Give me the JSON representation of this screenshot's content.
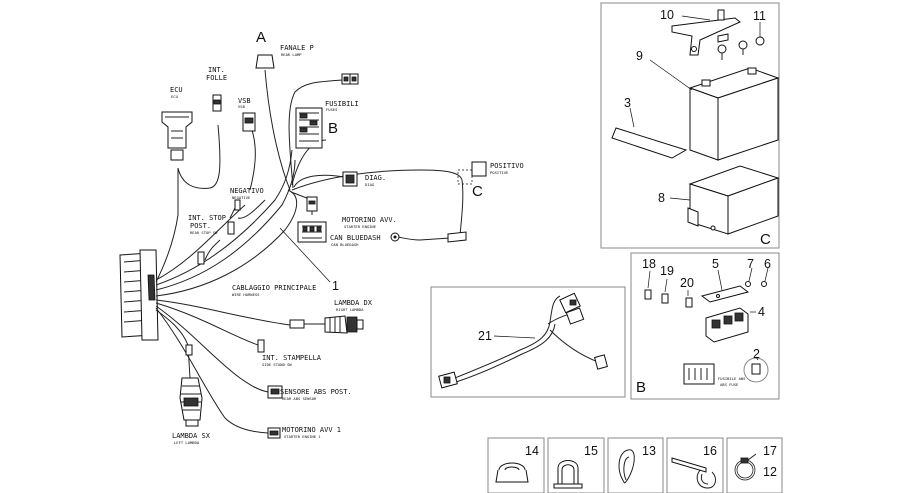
{
  "callouts": {
    "A": "A",
    "B": "B",
    "C": "C",
    "box_battery": "C",
    "box_fuse": "B"
  },
  "components": {
    "ecu": {
      "label": "ECU",
      "sub": "ECU"
    },
    "int_folle": {
      "label": "INT.",
      "label2": "FOLLE",
      "sub": ""
    },
    "vsb": {
      "label": "VSB",
      "sub": "VSB"
    },
    "fanale": {
      "label": "FANALE P",
      "sub": "REAR LAMP"
    },
    "fusibili": {
      "label": "FUSIBILI",
      "sub": "FUSES"
    },
    "negativo": {
      "label": "NEGATIVO",
      "sub": "NEGATIVE"
    },
    "int_stop": {
      "label": "INT. STOP",
      "label2": "POST.",
      "sub": "REAR STOP SW"
    },
    "diag": {
      "label": "DIAG.",
      "sub": "DIAG"
    },
    "positivo": {
      "label": "POSITIVO",
      "sub": "POSITIVE"
    },
    "bluedash": {
      "label": "CAN BLUEDASH",
      "sub": "CAN BLUEDASH"
    },
    "motorino_avv": {
      "label": "MOTORINO AVV.",
      "sub": "STARTER ENGINE"
    },
    "cablaggio": {
      "label": "CABLAGGIO PRINCIPALE",
      "sub": "WIRE HARNESS"
    },
    "lambda_dx": {
      "label": "LAMBDA DX",
      "sub": "RIGHT LAMBDA"
    },
    "int_stampella": {
      "label": "INT. STAMPELLA",
      "sub": "SIDE STAND SW"
    },
    "sensore_abs": {
      "label": "SENSORE ABS POST.",
      "sub": "REAR ABS SENSOR"
    },
    "motorino_avv_1": {
      "label": "MOTORINO AVV 1",
      "sub": "STARTER ENGINE 1"
    },
    "lambda_sx": {
      "label": "LAMBDA SX",
      "sub": "LEFT LAMBDA"
    },
    "fusibile_abs": {
      "label": "FUSIBILE ABS",
      "sub": "ABS FUSE"
    }
  },
  "part_numbers": [
    "1",
    "2",
    "3",
    "4",
    "5",
    "6",
    "7",
    "8",
    "9",
    "10",
    "11",
    "12",
    "13",
    "14",
    "15",
    "16",
    "17",
    "18",
    "19",
    "20",
    "21"
  ],
  "colors": {
    "line": "#222222",
    "panel_border": "#888888",
    "background": "#ffffff"
  }
}
